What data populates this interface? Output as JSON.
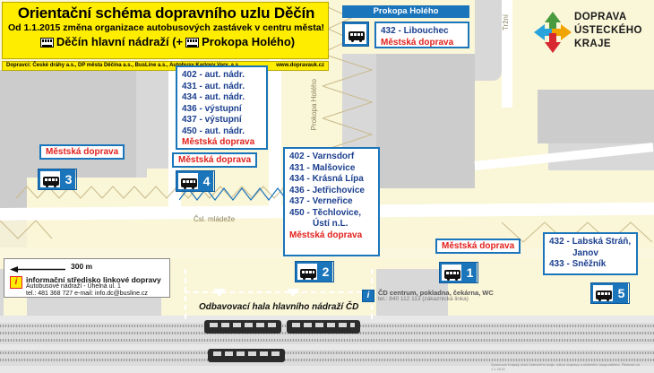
{
  "header": {
    "title": "Orientační schéma dopravního uzlu Děčín",
    "subtitle": "Od 1.1.2015 změna organizace autobusových zastávek v centru města!",
    "stations_line_a": "Děčín hlavní nádraží",
    "stations_line_plus": "(+",
    "stations_line_b": "Prokopa Holého)",
    "operators": "Dopravci: České dráhy a.s., DP města Děčína a.s., BusLine a.s., Autobusy Karlovy Vary, a.s.",
    "website": "www.dopravauk.cz"
  },
  "logo": {
    "line1": "DOPRAVA",
    "line2": "ÚSTECKÉHO",
    "line3": "KRAJE",
    "arrow_up_color": "#4a9b3f",
    "arrow_left_color": "#29a3dc",
    "arrow_right_color": "#f0a400",
    "arrow_down_color": "#d7282f"
  },
  "prokopa_holeho_panel": {
    "title": "Prokopa Holého",
    "routes": [
      {
        "num": "432",
        "dest": "- Libouchec"
      }
    ],
    "mhd_label": "Městská doprava"
  },
  "panel_stop4": {
    "routes": [
      {
        "num": "402",
        "dest": "- aut. nádr."
      },
      {
        "num": "431",
        "dest": "- aut. nádr."
      },
      {
        "num": "434",
        "dest": "- aut. nádr."
      },
      {
        "num": "436",
        "dest": "- výstupní"
      },
      {
        "num": "437",
        "dest": "- výstupní"
      },
      {
        "num": "450",
        "dest": "- aut. nádr."
      }
    ],
    "mhd_label": "Městská doprava"
  },
  "panel_stop2": {
    "routes": [
      {
        "num": "402",
        "dest": "- Varnsdorf"
      },
      {
        "num": "431",
        "dest": "- Malšovice"
      },
      {
        "num": "434",
        "dest": "- Krásná Lípa"
      },
      {
        "num": "436",
        "dest": "- Jetřichovice"
      },
      {
        "num": "437",
        "dest": "- Verneřice"
      },
      {
        "num": "450",
        "dest": "- Těchlovice,"
      }
    ],
    "continuation": "Ústí n.L.",
    "mhd_label": "Městská doprava"
  },
  "panel_stop5": {
    "routes": [
      {
        "num": "432",
        "dest": "- Labská Stráň,"
      },
      {
        "num": "433",
        "dest": "- Sněžník"
      }
    ],
    "continuation": "Janov"
  },
  "mhd_labels": {
    "stop3": "Městská doprava",
    "stop4": "Městská doprava",
    "stop1": "Městská doprava"
  },
  "stops": [
    {
      "id": "1",
      "number": "1"
    },
    {
      "id": "2",
      "number": "2"
    },
    {
      "id": "3",
      "number": "3"
    },
    {
      "id": "4",
      "number": "4"
    },
    {
      "id": "5",
      "number": "5"
    },
    {
      "id": "ph",
      "number": ""
    }
  ],
  "legend": {
    "scale": "300 m",
    "info_icon": "i",
    "title": "informační středisko linkové dopravy",
    "address": "Autobusové nádraží - Uhelná ul. 1",
    "contact": "tel.: 481 368 727  e-mail: info.dc@busline.cz"
  },
  "hall": {
    "label": "Odbavovací hala hlavního nádraží ČD"
  },
  "cd_info": {
    "icon": "i",
    "line1": "ČD centrum, pokladna, čekárna, WC",
    "line2": "tel.: 840 112 113 (zákaznická linka)"
  },
  "streets": {
    "prokopa_holeho": "Prokopa Holého",
    "trzni": "Tržní",
    "csl_mladeze": "Čsl. mládeže"
  },
  "copyright": "Zpracoval Krajský úřad Ústeckého kraje, odbor dopravy a silničního hospodářství. Platnost od 1.1.2015",
  "colors": {
    "blue": "#1b75bb",
    "red": "#e2211c",
    "yellow": "#ffed00",
    "land": "#faf6d8"
  }
}
